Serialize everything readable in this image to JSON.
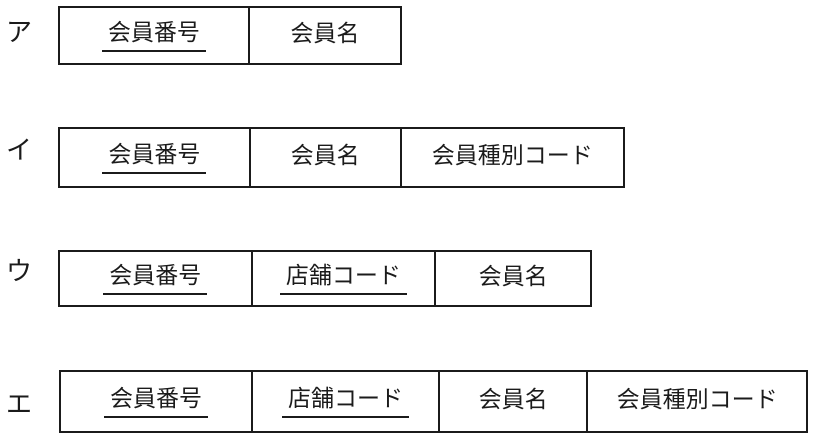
{
  "page": {
    "background_color": "#ffffff",
    "line_color": "#1b1b1b",
    "description_note": "record-layout-options-diagram"
  },
  "options": [
    {
      "label": "ア",
      "fields": [
        {
          "name": "会員番号",
          "primary_key": true
        },
        {
          "name": "会員名",
          "primary_key": false
        }
      ]
    },
    {
      "label": "イ",
      "fields": [
        {
          "name": "会員番号",
          "primary_key": true
        },
        {
          "name": "会員名",
          "primary_key": false
        },
        {
          "name": "会員種別コード",
          "primary_key": false
        }
      ]
    },
    {
      "label": "ウ",
      "fields": [
        {
          "name": "会員番号",
          "primary_key": true
        },
        {
          "name": "店舗コード",
          "primary_key": true
        },
        {
          "name": "会員名",
          "primary_key": false
        }
      ]
    },
    {
      "label": "エ",
      "fields": [
        {
          "name": "会員番号",
          "primary_key": true
        },
        {
          "name": "店舗コード",
          "primary_key": true
        },
        {
          "name": "会員名",
          "primary_key": false
        },
        {
          "name": "会員種別コード",
          "primary_key": false
        }
      ]
    }
  ]
}
